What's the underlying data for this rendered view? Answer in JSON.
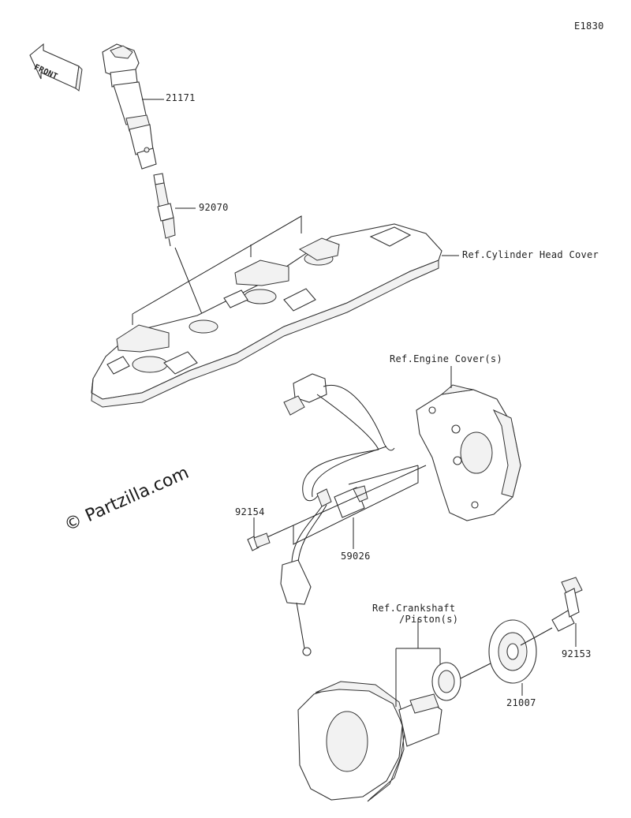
{
  "diagram_code": "E1830",
  "front_arrow_label": "FRONT",
  "watermark": "© Partzilla.com",
  "callouts": {
    "ignition_coil": "21171",
    "spark_plug": "92070",
    "cylinder_head_cover_ref": "Ref.Cylinder Head Cover",
    "engine_cover_ref": "Ref.Engine Cover(s)",
    "bolt_92154": "92154",
    "pickup_coil": "59026",
    "crankshaft_ref_line1": "Ref.Crankshaft",
    "crankshaft_ref_line2": "/Piston(s)",
    "bolt_92153": "92153",
    "timing_rotor": "21007"
  }
}
